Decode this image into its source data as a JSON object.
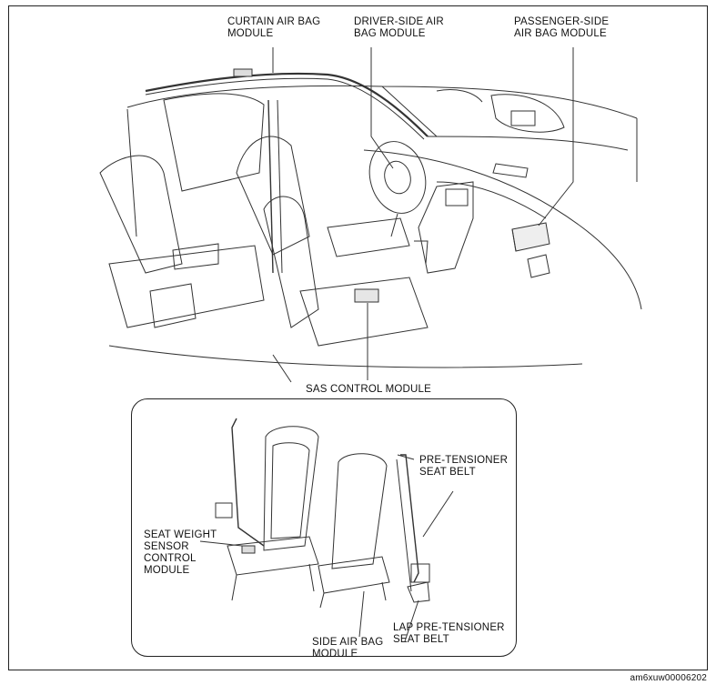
{
  "labels": {
    "curtain_air_bag": "CURTAIN AIR BAG\nMODULE",
    "driver_side_air_bag": "DRIVER-SIDE AIR\nBAG MODULE",
    "passenger_side_air_bag": "PASSENGER-SIDE\nAIR BAG MODULE",
    "sas_control_module": "SAS CONTROL MODULE",
    "pre_tensioner_seat_belt": "PRE-TENSIONER\nSEAT BELT",
    "seat_weight_sensor": "SEAT WEIGHT\nSENSOR\nCONTROL\nMODULE",
    "lap_pre_tensioner": "LAP PRE-TENSIONER\nSEAT BELT",
    "side_air_bag": "SIDE AIR BAG\nMODULE"
  },
  "figure_code": "am6xuw00006202"
}
